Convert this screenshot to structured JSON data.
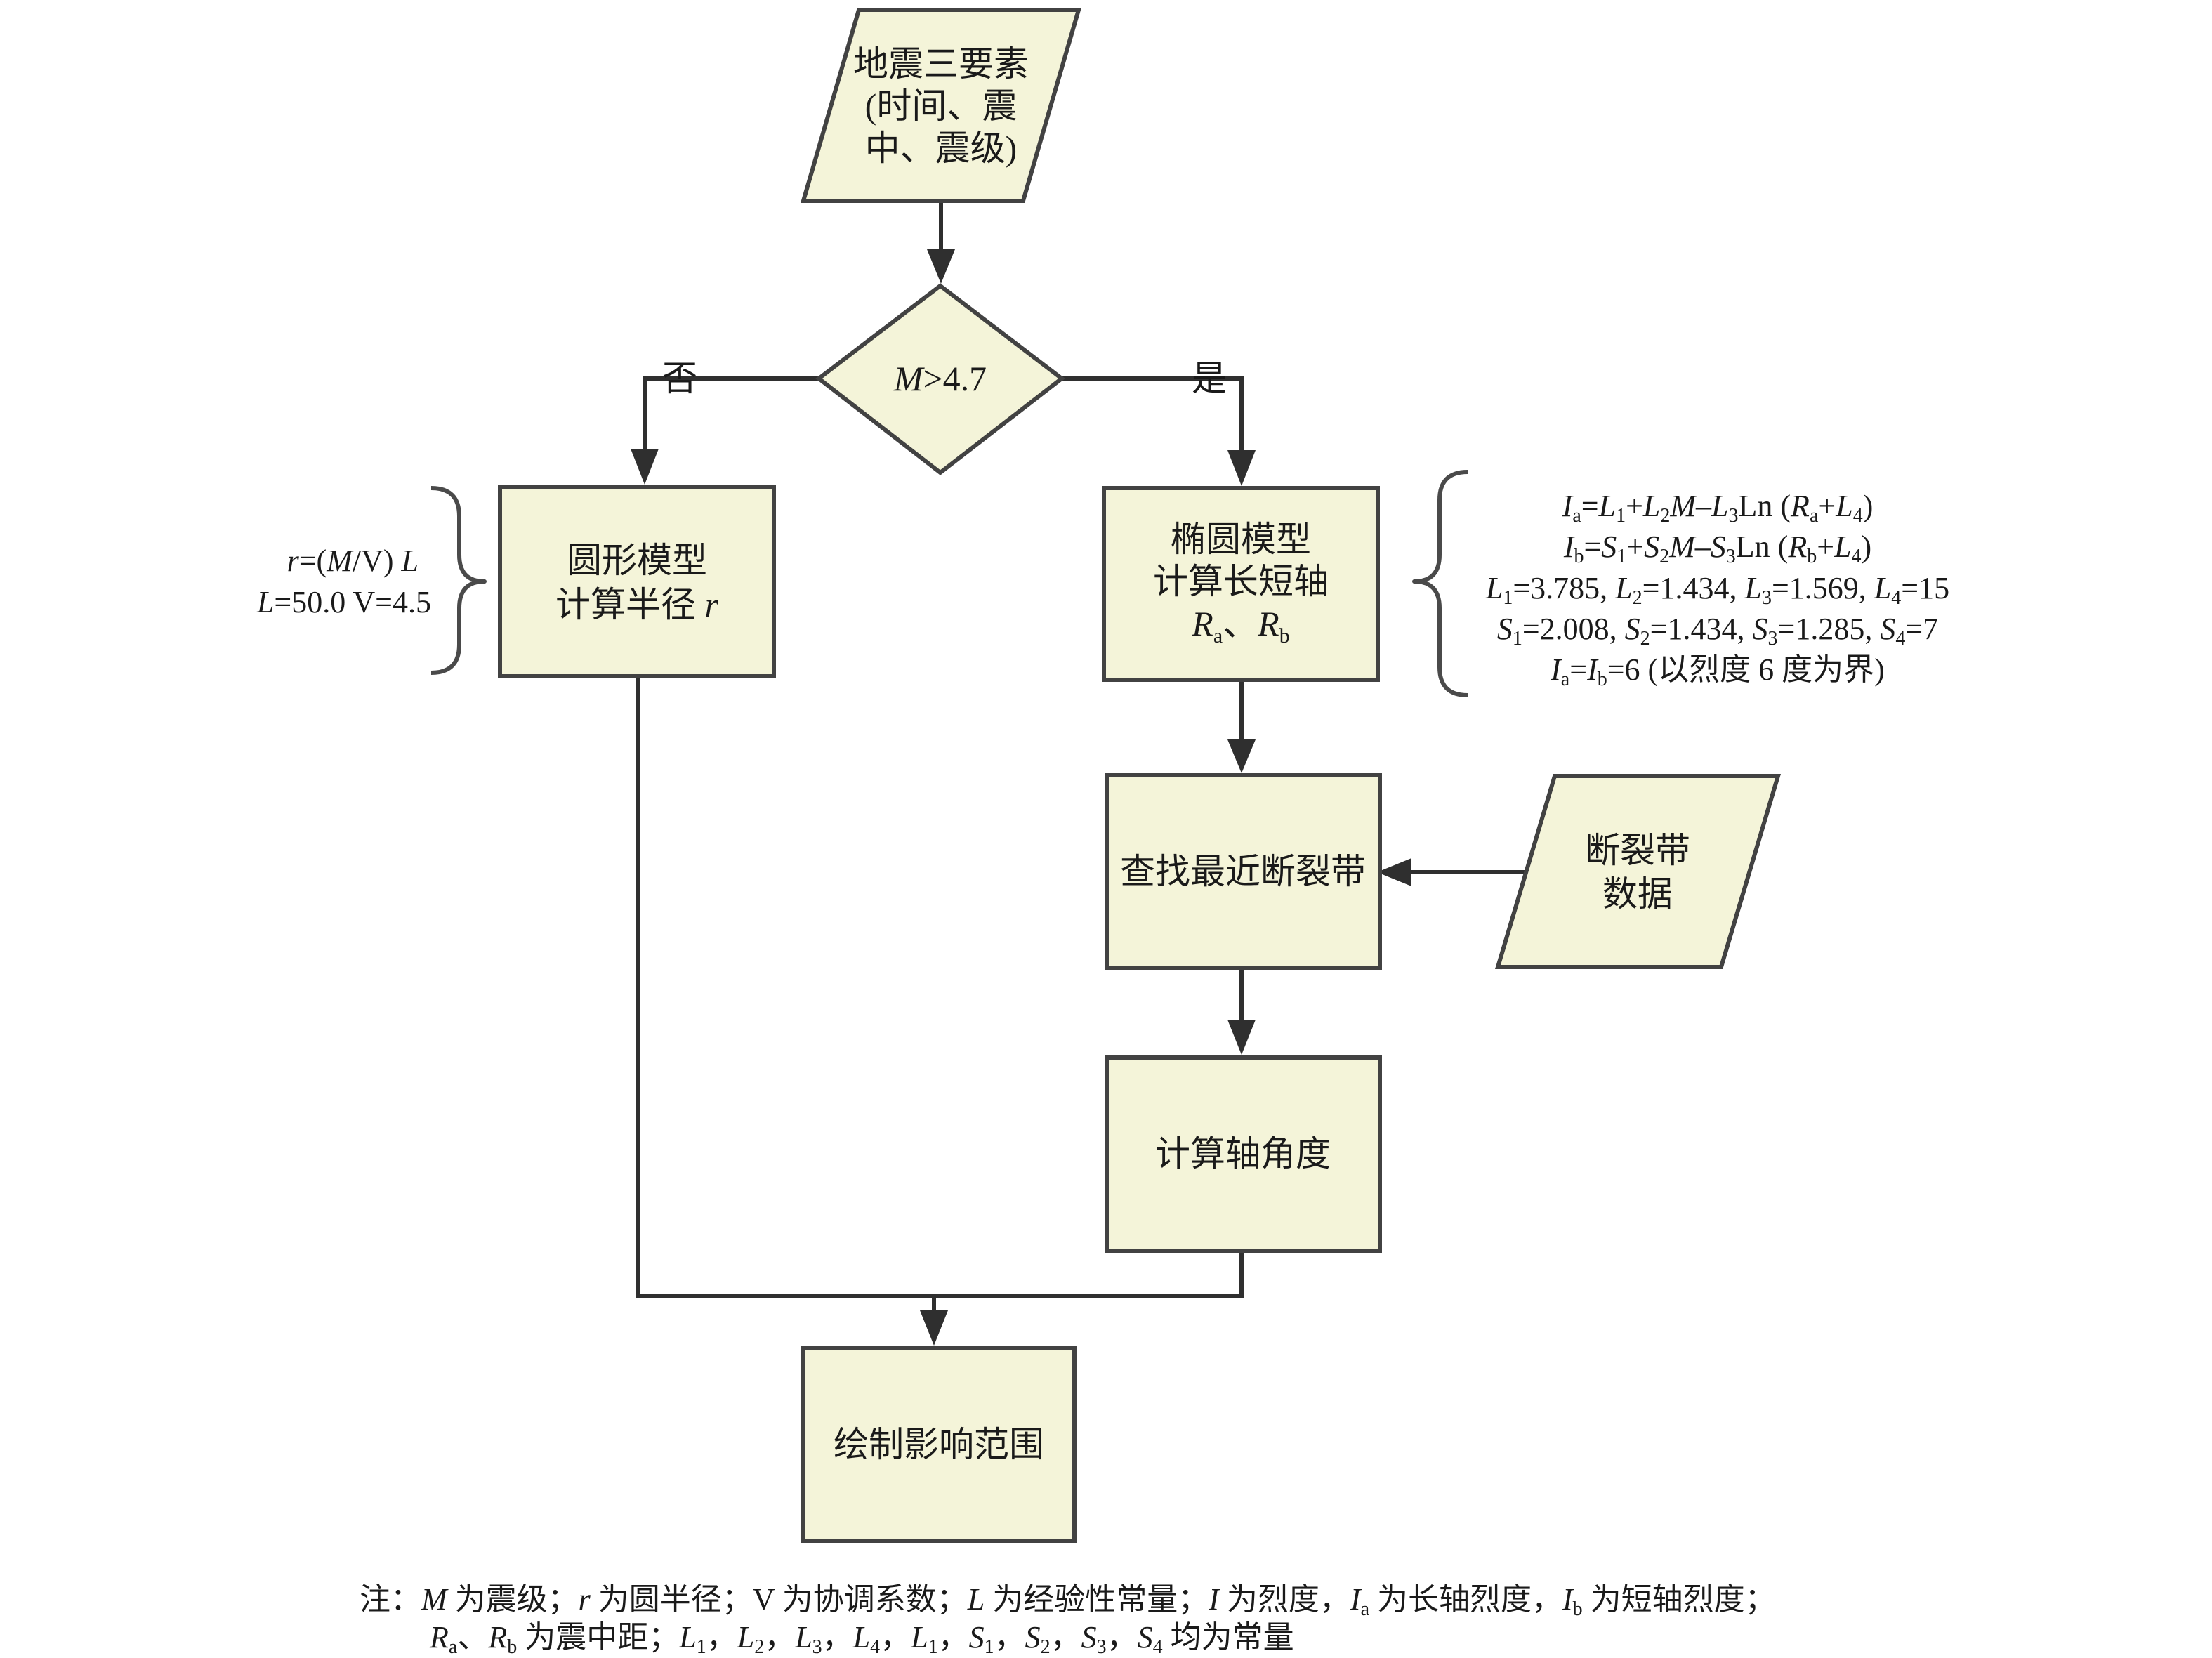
{
  "nodes": {
    "input_quake": {
      "lines": [
        "地震三要素",
        "(时间、震",
        "中、震级)"
      ]
    },
    "decision": {
      "var": "M",
      "rest": ">4.7"
    },
    "branch_no": "否",
    "branch_yes": "是",
    "circle_model": {
      "line1": "圆形模型",
      "line2_text": "计算半径 ",
      "line2_var": "r"
    },
    "ellipse_model": {
      "line1": "椭圆模型",
      "line2": "计算长短轴",
      "ra": "R",
      "ra_sub": "a",
      "sep": "、",
      "rb": "R",
      "rb_sub": "b"
    },
    "find_fault": "查找最近断裂带",
    "fault_data": {
      "lines": [
        "断裂带",
        "数据"
      ]
    },
    "calc_angle": "计算轴角度",
    "draw_range": "绘制影响范围"
  },
  "circle_params": {
    "line1": [
      "r",
      "=(",
      "M",
      "/V) ",
      "L"
    ],
    "line2": [
      "L",
      "=50.0 V=4.5"
    ]
  },
  "ellipse_params": {
    "eq1": [
      "I",
      "a",
      "=",
      "L",
      "1",
      "+",
      "L",
      "2",
      "M",
      "–",
      "L",
      "3",
      "Ln (",
      "R",
      "a",
      "+",
      "L",
      "4",
      ")"
    ],
    "eq2": [
      "I",
      "b",
      "=",
      "S",
      "1",
      "+",
      "S",
      "2",
      "M",
      "–",
      "S",
      "3",
      "Ln (",
      "R",
      "b",
      "+",
      "L",
      "4",
      ")"
    ],
    "eq3": [
      "L",
      "1",
      "=3.785, ",
      "L",
      "2",
      "=1.434, ",
      "L",
      "3",
      "=1.569, ",
      "L",
      "4",
      "=15"
    ],
    "eq4": [
      "S",
      "1",
      "=2.008, ",
      "S",
      "2",
      "=1.434, ",
      "S",
      "3",
      "=1.285, ",
      "S",
      "4",
      "=7"
    ],
    "eq5": [
      "I",
      "a",
      "=",
      "I",
      "b",
      "=6 (以烈度 6 度为界)"
    ]
  },
  "note": {
    "line1": [
      "注：",
      "M",
      " 为震级；",
      "r",
      " 为圆半径；V 为协调系数；",
      "L",
      " 为经验性常量；",
      "I",
      " 为烈度，",
      "I",
      "a",
      " 为长轴烈度，",
      "I",
      "b",
      " 为短轴烈度；"
    ],
    "line2": [
      "R",
      "a",
      "、",
      "R",
      "b",
      " 为震中距；",
      "L",
      "1",
      "，",
      "L",
      "2",
      "，",
      "L",
      "3",
      "，",
      "L",
      "4",
      "，",
      "L",
      "1",
      "，",
      "S",
      "1",
      "，",
      "S",
      "2",
      "，",
      "S",
      "3",
      "，",
      "S",
      "4",
      " 均为常量"
    ]
  },
  "colors": {
    "box_fill": "#f4f4d9",
    "stroke": "#424242"
  }
}
